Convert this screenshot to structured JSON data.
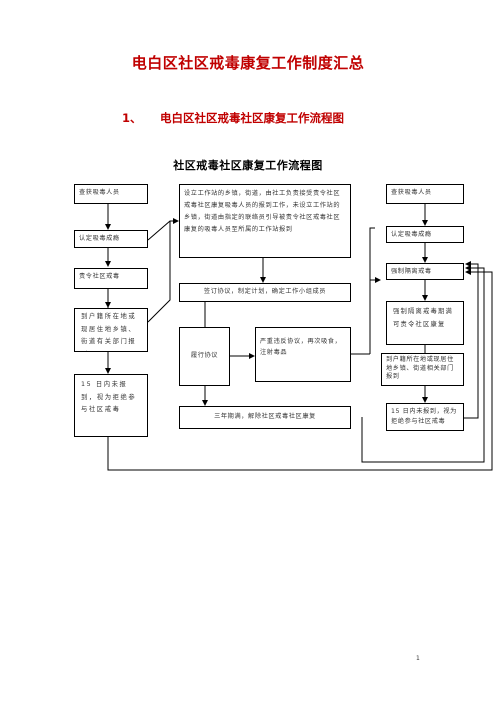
{
  "doc": {
    "title": "电白区社区戒毒康复工作制度汇总",
    "section_number": "1、",
    "section_title": "电白区社区戒毒社区康复工作流程图",
    "chart_title": "社区戒毒社区康复工作流程图",
    "page_number": "1"
  },
  "flow": {
    "left": {
      "found": "查获吸毒人员",
      "addicted": "认定吸毒成瘾",
      "ordered": "责令社区戒毒",
      "report": "到户籍所在地或现居住地乡镇、街道有关部门报到",
      "refuse": "15 日内未报到，视为拒绝参与社区戒毒"
    },
    "middle": {
      "station": "设立工作站的乡镇，街道，由社工负责接受责令社区戒毒社区康复吸毒人员的报到工作，未设立工作站的乡镇，街道由指定的联络员引导被责令社区戒毒社区康复的吸毒人员至所属的工作站报到",
      "agreement": "签订协议，制定计划，确定工作小组成员",
      "perform": "履行协议",
      "violate": "严重违反协议，再次吸食，注射毒品",
      "release": "三年期满，解除社区戒毒社区康复"
    },
    "right": {
      "found": "查获吸毒人员",
      "addicted": "认定吸毒成瘾",
      "compulsory": "强制隔离戒毒",
      "expiry": "强制隔离戒毒期满可责令社区康复",
      "report": "到户籍所在地或现居住地乡镇、街道相关部门报到",
      "refuse": "15 日内未报到，视为拒绝参与社区戒毒"
    }
  }
}
